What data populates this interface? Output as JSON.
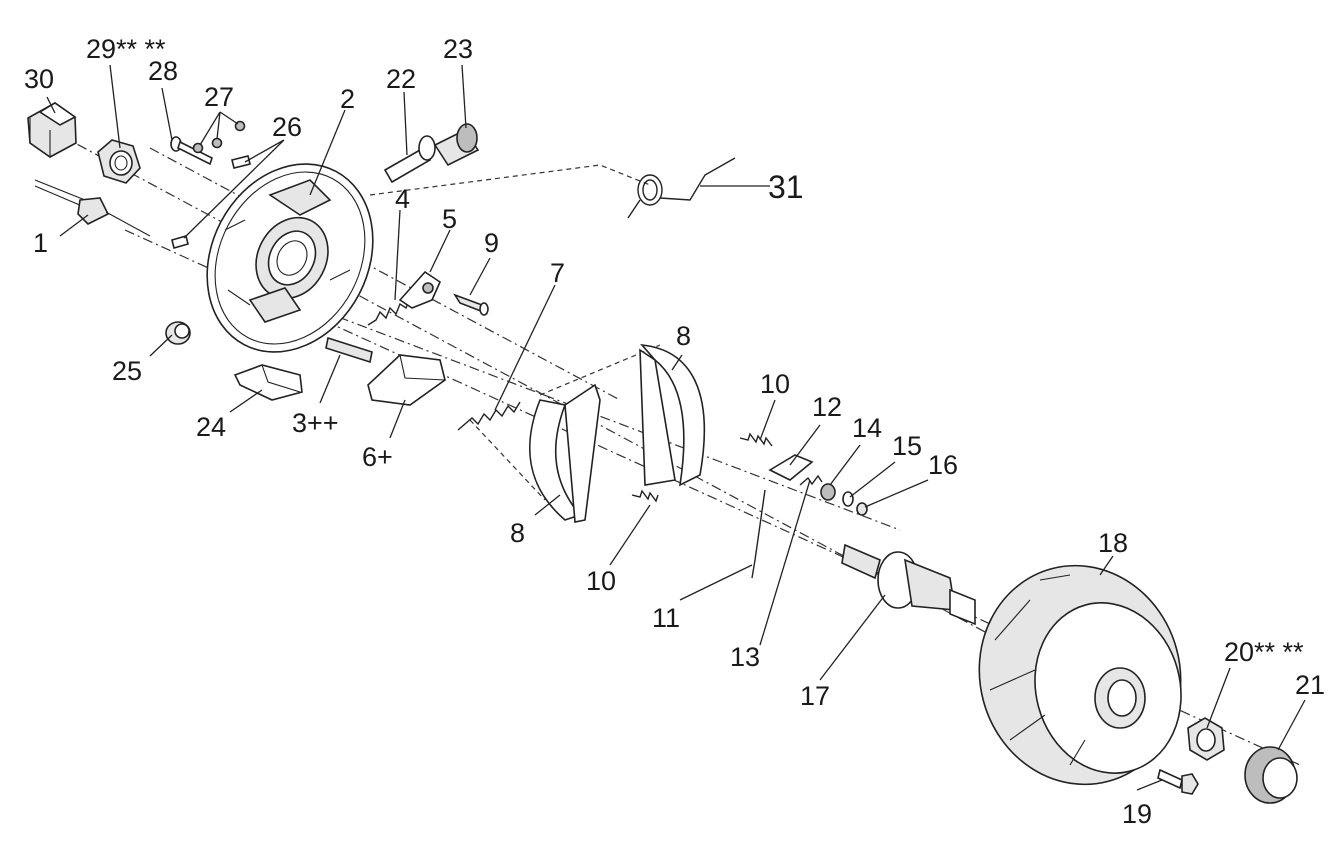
{
  "callouts": {
    "c1": "1",
    "c2": "2",
    "c3": "3++",
    "c4": "4",
    "c5": "5",
    "c6": "6+",
    "c7": "7",
    "c8a": "8",
    "c8b": "8",
    "c9": "9",
    "c10a": "10",
    "c10b": "10",
    "c11": "11",
    "c12": "12",
    "c13": "13",
    "c14": "14",
    "c15": "15",
    "c16": "16",
    "c17": "17",
    "c18": "18",
    "c19": "19",
    "c20": "20** **",
    "c21": "21",
    "c22": "22",
    "c23": "23",
    "c24": "24",
    "c25": "25",
    "c26": "26",
    "c27": "27",
    "c28": "28",
    "c29": "29** **",
    "c30": "30",
    "c31": "31"
  }
}
